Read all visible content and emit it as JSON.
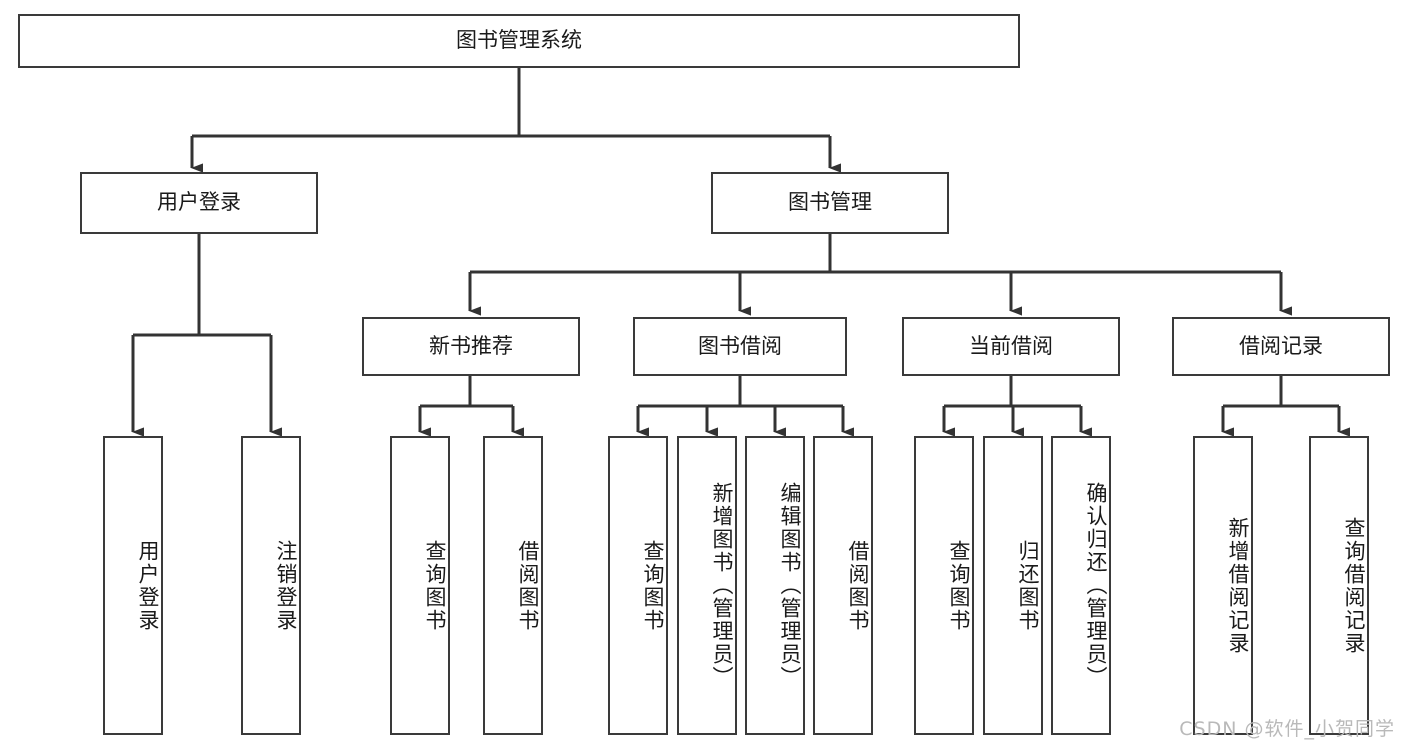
{
  "diagram": {
    "type": "tree",
    "title": "图书管理系统",
    "watermark": "CSDN @软件_小贺同学",
    "colors": {
      "box_border": "#3a3a3a",
      "box_fill": "#ffffff",
      "connector": "#333333",
      "text": "#1a1a1a",
      "watermark": "#b9b9b9"
    },
    "root": {
      "id": "root",
      "label": "图书管理系统"
    },
    "level1": [
      {
        "id": "user-login",
        "label": "用户登录"
      },
      {
        "id": "book-manage",
        "label": "图书管理"
      }
    ],
    "level2": [
      {
        "id": "new-book-rec",
        "label": "新书推荐",
        "parent": "book-manage"
      },
      {
        "id": "book-borrow",
        "label": "图书借阅",
        "parent": "book-manage"
      },
      {
        "id": "current-borrow",
        "label": "当前借阅",
        "parent": "book-manage"
      },
      {
        "id": "borrow-record",
        "label": "借阅记录",
        "parent": "book-manage"
      }
    ],
    "leaves": [
      {
        "id": "leaf-user-login",
        "label": "用户登录",
        "parent": "user-login"
      },
      {
        "id": "leaf-user-logout",
        "label": "注销登录",
        "parent": "user-login"
      },
      {
        "id": "leaf-query-book-1",
        "label": "查询图书",
        "parent": "new-book-rec"
      },
      {
        "id": "leaf-borrow-book-1",
        "label": "借阅图书",
        "parent": "new-book-rec"
      },
      {
        "id": "leaf-query-book-2",
        "label": "查询图书",
        "parent": "book-borrow"
      },
      {
        "id": "leaf-add-book",
        "label": "新增图书（管理员）",
        "parent": "book-borrow"
      },
      {
        "id": "leaf-edit-book",
        "label": "编辑图书（管理员）",
        "parent": "book-borrow"
      },
      {
        "id": "leaf-borrow-book-2",
        "label": "借阅图书",
        "parent": "book-borrow"
      },
      {
        "id": "leaf-query-book-3",
        "label": "查询图书",
        "parent": "current-borrow"
      },
      {
        "id": "leaf-return-book",
        "label": "归还图书",
        "parent": "current-borrow"
      },
      {
        "id": "leaf-confirm-return",
        "label": "确认归还（管理员）",
        "parent": "current-borrow"
      },
      {
        "id": "leaf-add-record",
        "label": "新增借阅记录",
        "parent": "borrow-record"
      },
      {
        "id": "leaf-query-record",
        "label": "查询借阅记录",
        "parent": "borrow-record"
      }
    ]
  }
}
